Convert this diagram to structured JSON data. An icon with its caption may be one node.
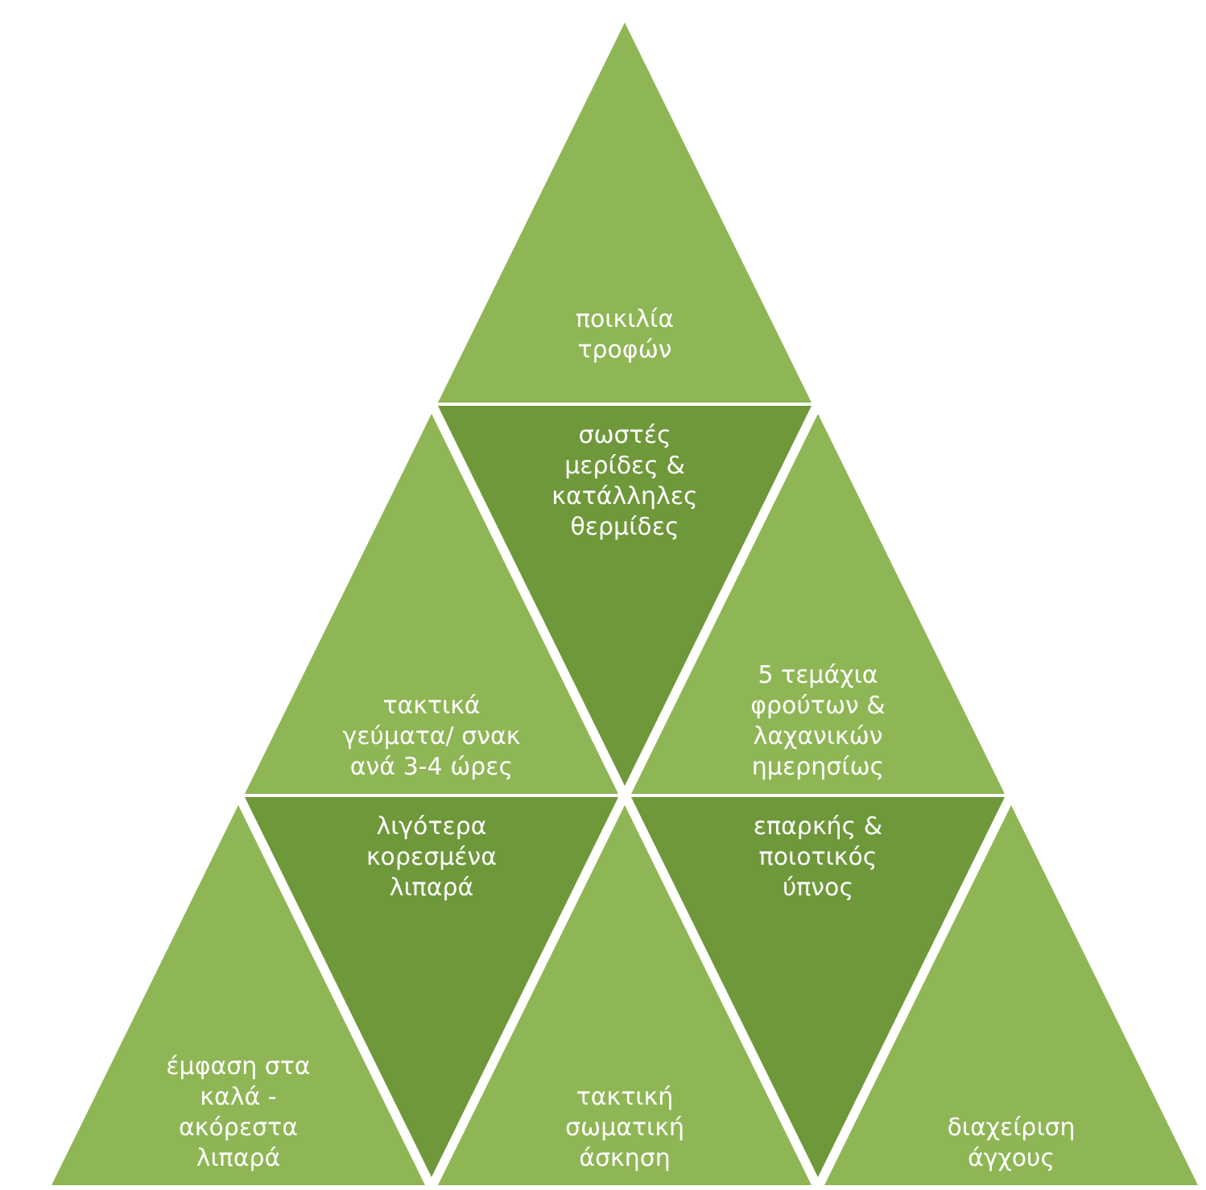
{
  "diagram": {
    "nodes": [
      {
        "text": [
          "ποικιλία τροφών"
        ]
      },
      {
        "text": [
          "τακτικά γεύματα/ σνακ ανά 3-4 ώρες"
        ]
      },
      {
        "text": [
          "σωστές μερίδες & κατάλληλες θερμίδες"
        ]
      },
      {
        "text": [
          "5 τεμάχια φρούτων & λαχανικών ημερησίως"
        ]
      },
      {
        "text": [
          "έμφαση στα καλά - ακόρεστα λιπαρά"
        ]
      },
      {
        "text": [
          "λιγότερα κορεσμένα λιπαρά"
        ]
      },
      {
        "text": [
          "τακτική σωματική άσκηση"
        ]
      },
      {
        "text": [
          "επαρκής & ποιοτικός ύπνος"
        ]
      },
      {
        "text": [
          "διαχείριση άγχους"
        ]
      }
    ]
  }
}
